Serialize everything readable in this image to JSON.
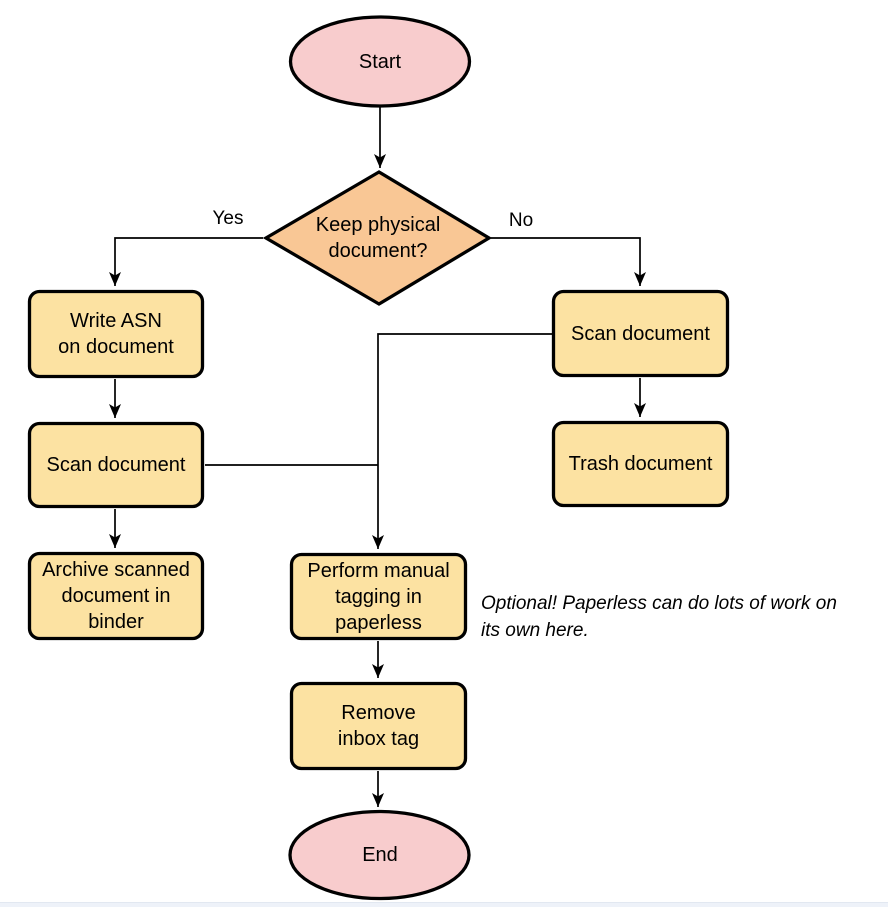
{
  "diagram": {
    "type": "flowchart",
    "colors": {
      "terminator_fill": "#f8cccd",
      "decision_fill": "#f9c795",
      "process_fill": "#fce2a2",
      "stroke": "#000000"
    },
    "nodes": {
      "start": {
        "type": "terminator",
        "label": "Start"
      },
      "decision": {
        "type": "decision",
        "label": "Keep physical\ndocument?"
      },
      "write_asn": {
        "type": "process",
        "label": "Write ASN\non document"
      },
      "scan_left": {
        "type": "process",
        "label": "Scan document"
      },
      "archive": {
        "type": "process",
        "label": "Archive scanned\ndocument in\nbinder"
      },
      "scan_right": {
        "type": "process",
        "label": "Scan document"
      },
      "trash": {
        "type": "process",
        "label": "Trash document"
      },
      "tagging": {
        "type": "process",
        "label": "Perform manual\ntagging in\npaperless"
      },
      "remove_tag": {
        "type": "process",
        "label": "Remove\ninbox tag"
      },
      "end": {
        "type": "terminator",
        "label": "End"
      }
    },
    "edges": [
      {
        "from": "start",
        "to": "decision"
      },
      {
        "from": "decision",
        "to": "write_asn",
        "label": "Yes"
      },
      {
        "from": "decision",
        "to": "scan_right",
        "label": "No"
      },
      {
        "from": "write_asn",
        "to": "scan_left"
      },
      {
        "from": "scan_left",
        "to": "archive"
      },
      {
        "from": "scan_left",
        "to": "tagging"
      },
      {
        "from": "scan_right",
        "to": "trash"
      },
      {
        "from": "scan_right",
        "to": "tagging"
      },
      {
        "from": "tagging",
        "to": "remove_tag"
      },
      {
        "from": "remove_tag",
        "to": "end"
      }
    ],
    "note": "Optional! Paperless can do lots of work on\nits own here."
  }
}
